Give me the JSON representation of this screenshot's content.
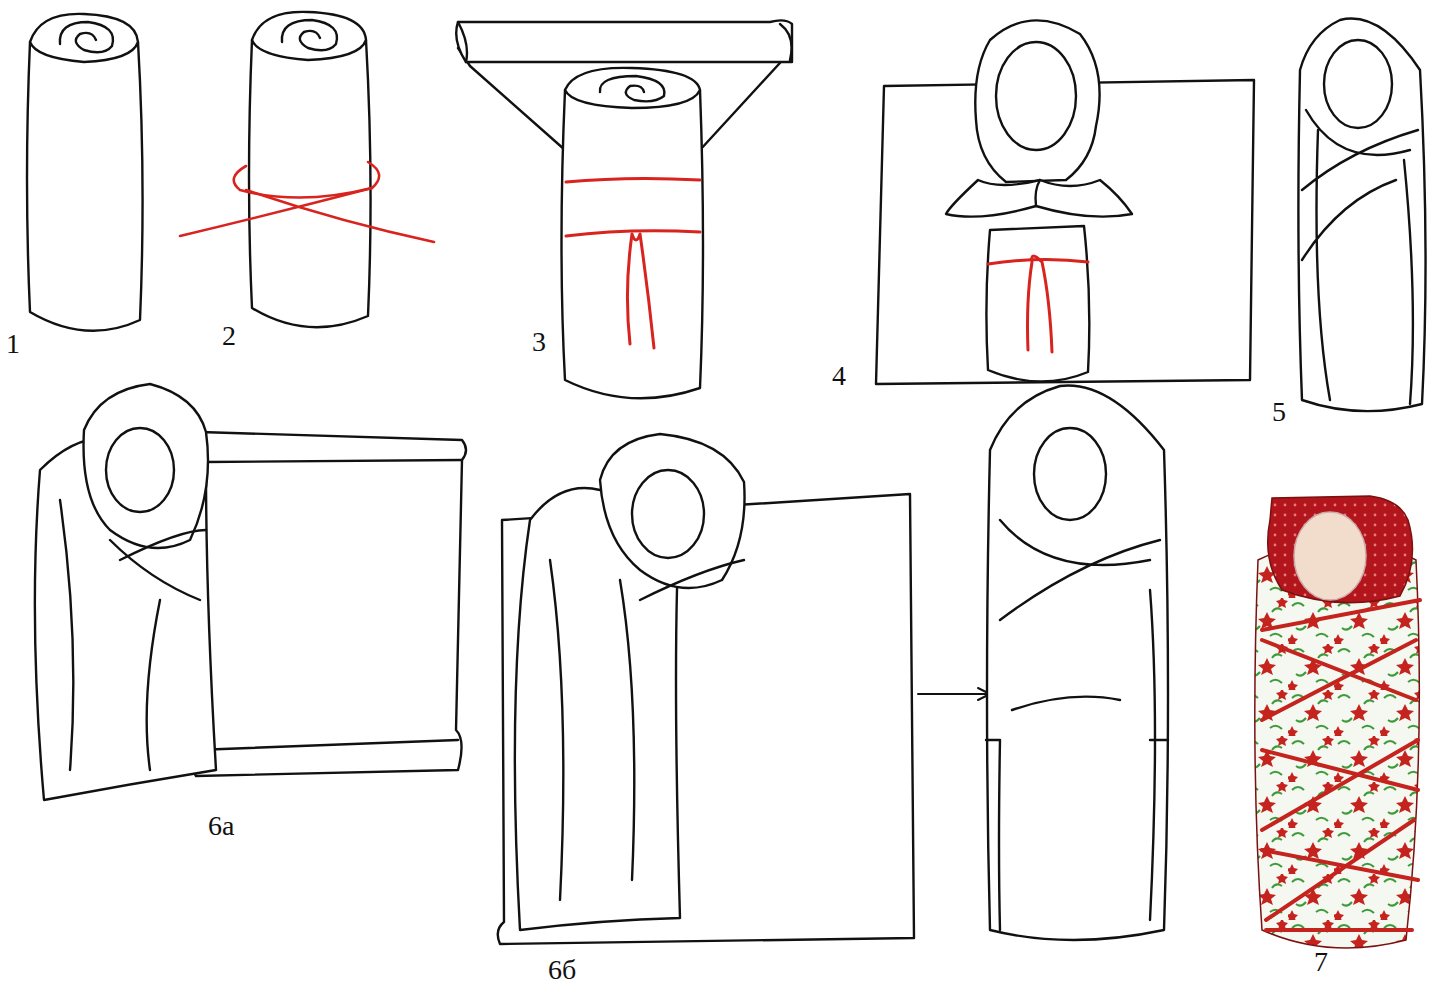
{
  "diagram": {
    "labels": [
      "1",
      "2",
      "3",
      "4",
      "5",
      "6а",
      "6б",
      "7"
    ]
  }
}
